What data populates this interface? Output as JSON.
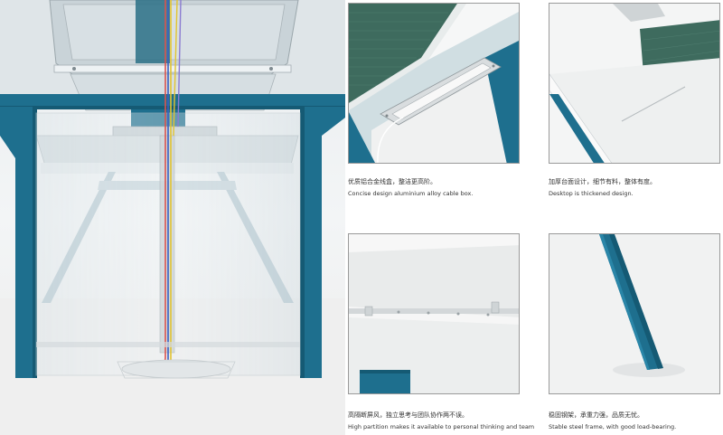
{
  "colors": {
    "frame_blue": "#1e6f8e",
    "frame_blue_dark": "#155a74",
    "screen_green": "#3e6b5e",
    "background": "#ffffff",
    "glass": "#dfe7ea"
  },
  "hero": {
    "icon": "desk-underside-render"
  },
  "features": [
    {
      "id": "cable",
      "caption_cn": "优质铝合金线盒，整洁更高阶。",
      "caption_en": "Concise design aluminium alloy cable box."
    },
    {
      "id": "desk",
      "caption_cn": "加厚台面设计，细节有料，整体有度。",
      "caption_en": "Desktop is thickened design."
    },
    {
      "id": "partition",
      "caption_cn": "高隔断屏风，独立思考与团队协作两不误。",
      "caption_en": "High partition makes it available to personal thinking and team"
    },
    {
      "id": "frame",
      "caption_cn": "稳固钢架，承重力强，品质无忧。",
      "caption_en": "Stable steel frame, with good load-bearing."
    }
  ]
}
